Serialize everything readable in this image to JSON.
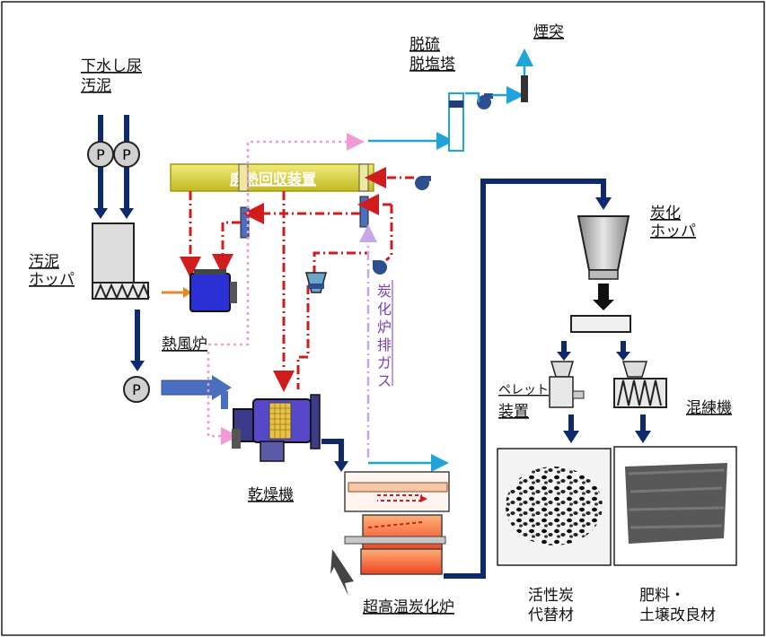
{
  "labels": {
    "sewage_sludge_1": "下水し尿",
    "sewage_sludge_2": "汚泥",
    "sludge_hopper_1": "汚泥",
    "sludge_hopper_2": "ホッパ",
    "hot_air_furnace": "熱風炉",
    "dryer": "乾燥機",
    "carbonization_furnace": "超高温炭化炉",
    "waste_heat_recovery": "廃熱回収装置",
    "desulfurization_1": "脱硫",
    "desulfurization_2": "脱塩塔",
    "chimney": "煙突",
    "carbide_hopper_1": "炭化",
    "carbide_hopper_2": "ホッパ",
    "pellet_device_1": "ペレット",
    "pellet_device_2": "装置",
    "kneader": "混練機",
    "activated_carbon_1": "活性炭",
    "activated_carbon_2": "代替材",
    "fertilizer_1": "肥料・",
    "fertilizer_2": "土壌改良材",
    "exhaust_gas": [
      "炭",
      "化",
      "炉",
      "排",
      "ガ",
      "ス"
    ],
    "pump": "P"
  },
  "colors": {
    "navy": "#0d2a6e",
    "red": "#d01c1c",
    "pink": "#f29ad6",
    "cyan": "#1fa3d8",
    "lavender": "#c9a6ea",
    "heat_box": "#d8d23a",
    "dryer_purple": "#5648c8"
  }
}
